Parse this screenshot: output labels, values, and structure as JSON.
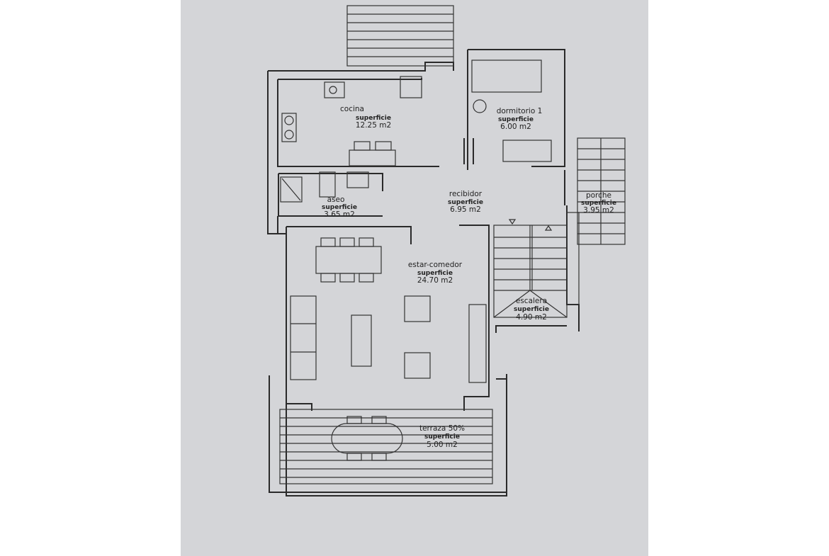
{
  "rooms": [
    {
      "name": "cocina",
      "label": "superficie",
      "area": "12.25  m2"
    },
    {
      "name": "dormitorio  1",
      "label": "superficie",
      "area": "6.00  m2"
    },
    {
      "name": "aseo",
      "label": "superficie",
      "area": "3.65  m2"
    },
    {
      "name": "recibidor",
      "label": "superficie",
      "area": "6.95  m2"
    },
    {
      "name": "porche",
      "label": "superficie",
      "area": "3.95  m2"
    },
    {
      "name": "estar-comedor",
      "label": "superficie",
      "area": "24.70  m2"
    },
    {
      "name": "escalera",
      "label": "superficie",
      "area": "4.90  m2"
    },
    {
      "name": "terraza  50%",
      "label": "superficie",
      "area": "5.00  m2"
    }
  ]
}
